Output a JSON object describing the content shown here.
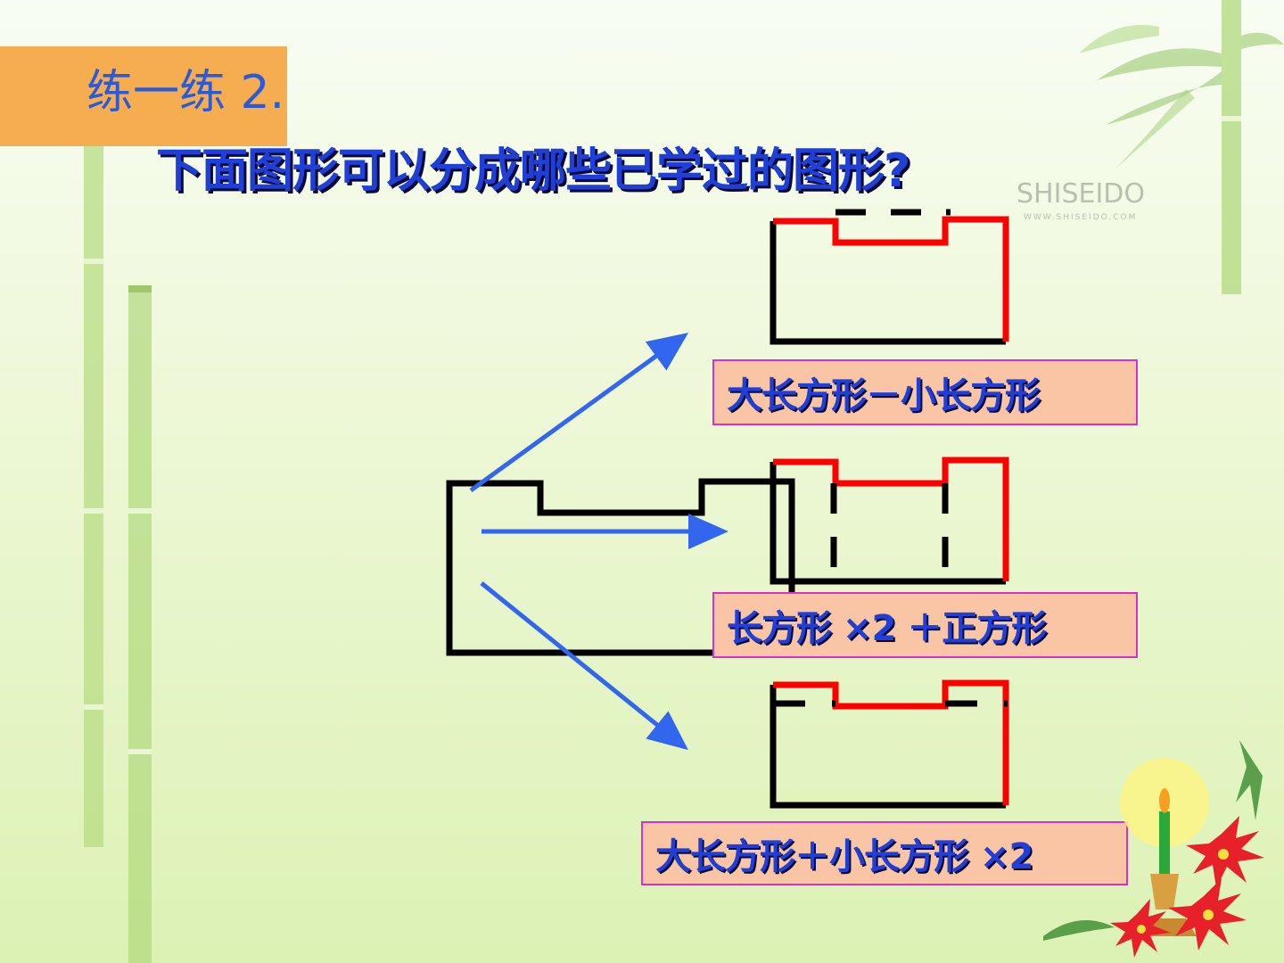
{
  "title": "练一练 2.",
  "question": "下面图形可以分成哪些已学过的图形?",
  "brand": {
    "name": "SHISEIDO",
    "url": "WWW.SHISEIDO.COM"
  },
  "labels": {
    "option1": "大长方形－小长方形",
    "option2": "长方形 ×2 ＋正方形",
    "option3": "大长方形＋小长方形 ×2"
  },
  "colors": {
    "title_box": "#f5ad4f",
    "title_text": "#2a5ad8",
    "question_text": "#1f3fd6",
    "label_bg": "#f9c5a4",
    "label_border": "#d830c8",
    "shape_outline": "#000000",
    "shape_highlight": "#ff0000",
    "arrow": "#3366ee"
  },
  "icons": [
    "bamboo-stalk",
    "bamboo-leaves",
    "candle-icon",
    "poinsettia-flower"
  ]
}
